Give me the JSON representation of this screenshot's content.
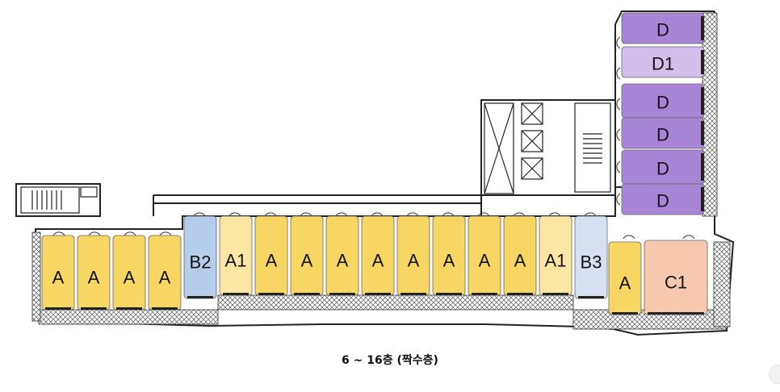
{
  "floor_caption": "6 ~ 16층 (짝수층)",
  "colors": {
    "A": "#f8d664",
    "A1": "#fbe6a4",
    "B2": "#b3cdea",
    "B3": "#d7e0f2",
    "C1": "#f6c8ad",
    "D": "#a985d8",
    "D1": "#d2bfec"
  },
  "units": [
    {
      "label": "A",
      "type": "A"
    },
    {
      "label": "A",
      "type": "A"
    },
    {
      "label": "A",
      "type": "A"
    },
    {
      "label": "A",
      "type": "A"
    },
    {
      "label": "B2",
      "type": "B2"
    },
    {
      "label": "A1",
      "type": "A1"
    },
    {
      "label": "A",
      "type": "A"
    },
    {
      "label": "A",
      "type": "A"
    },
    {
      "label": "A",
      "type": "A"
    },
    {
      "label": "A",
      "type": "A"
    },
    {
      "label": "A",
      "type": "A"
    },
    {
      "label": "A",
      "type": "A"
    },
    {
      "label": "A",
      "type": "A"
    },
    {
      "label": "A",
      "type": "A"
    },
    {
      "label": "A1",
      "type": "A1"
    },
    {
      "label": "B3",
      "type": "B3"
    },
    {
      "label": "A",
      "type": "A"
    },
    {
      "label": "C1",
      "type": "C1"
    },
    {
      "label": "D",
      "type": "D"
    },
    {
      "label": "D1",
      "type": "D1"
    },
    {
      "label": "D",
      "type": "D"
    },
    {
      "label": "D",
      "type": "D"
    },
    {
      "label": "D",
      "type": "D"
    },
    {
      "label": "D",
      "type": "D"
    }
  ]
}
